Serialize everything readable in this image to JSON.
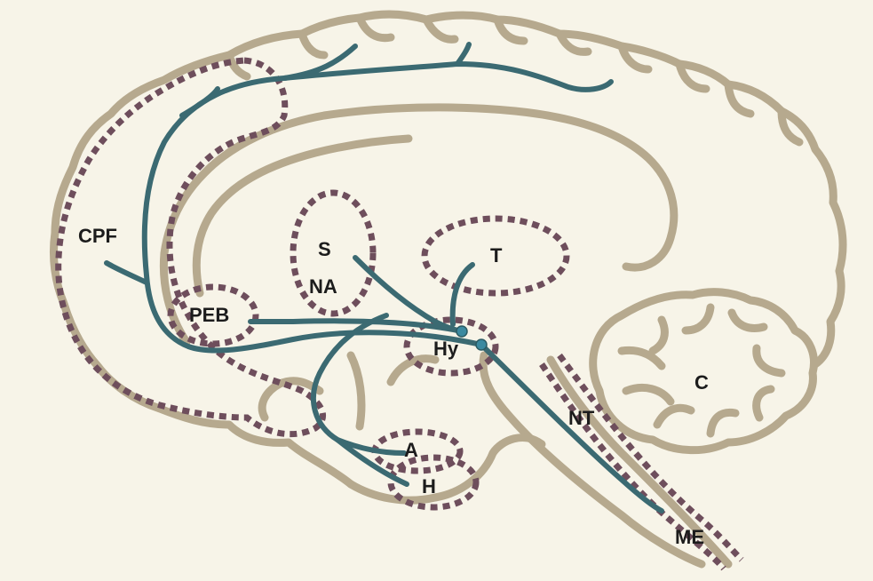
{
  "colors": {
    "background": "#f7f4e8",
    "brain_outline": "#b6a98e",
    "dotted_region": "#6e4e5c",
    "pathway": "#3b6a72",
    "pathway_node": "#3c8aa0",
    "label": "#1c1c1c"
  },
  "labels": {
    "cpf": "CPF",
    "s": "S",
    "na": "NA",
    "peb": "PEB",
    "t": "T",
    "hy": "Hy",
    "c": "C",
    "nt": "NT",
    "a": "A",
    "h": "H",
    "me": "ME"
  }
}
